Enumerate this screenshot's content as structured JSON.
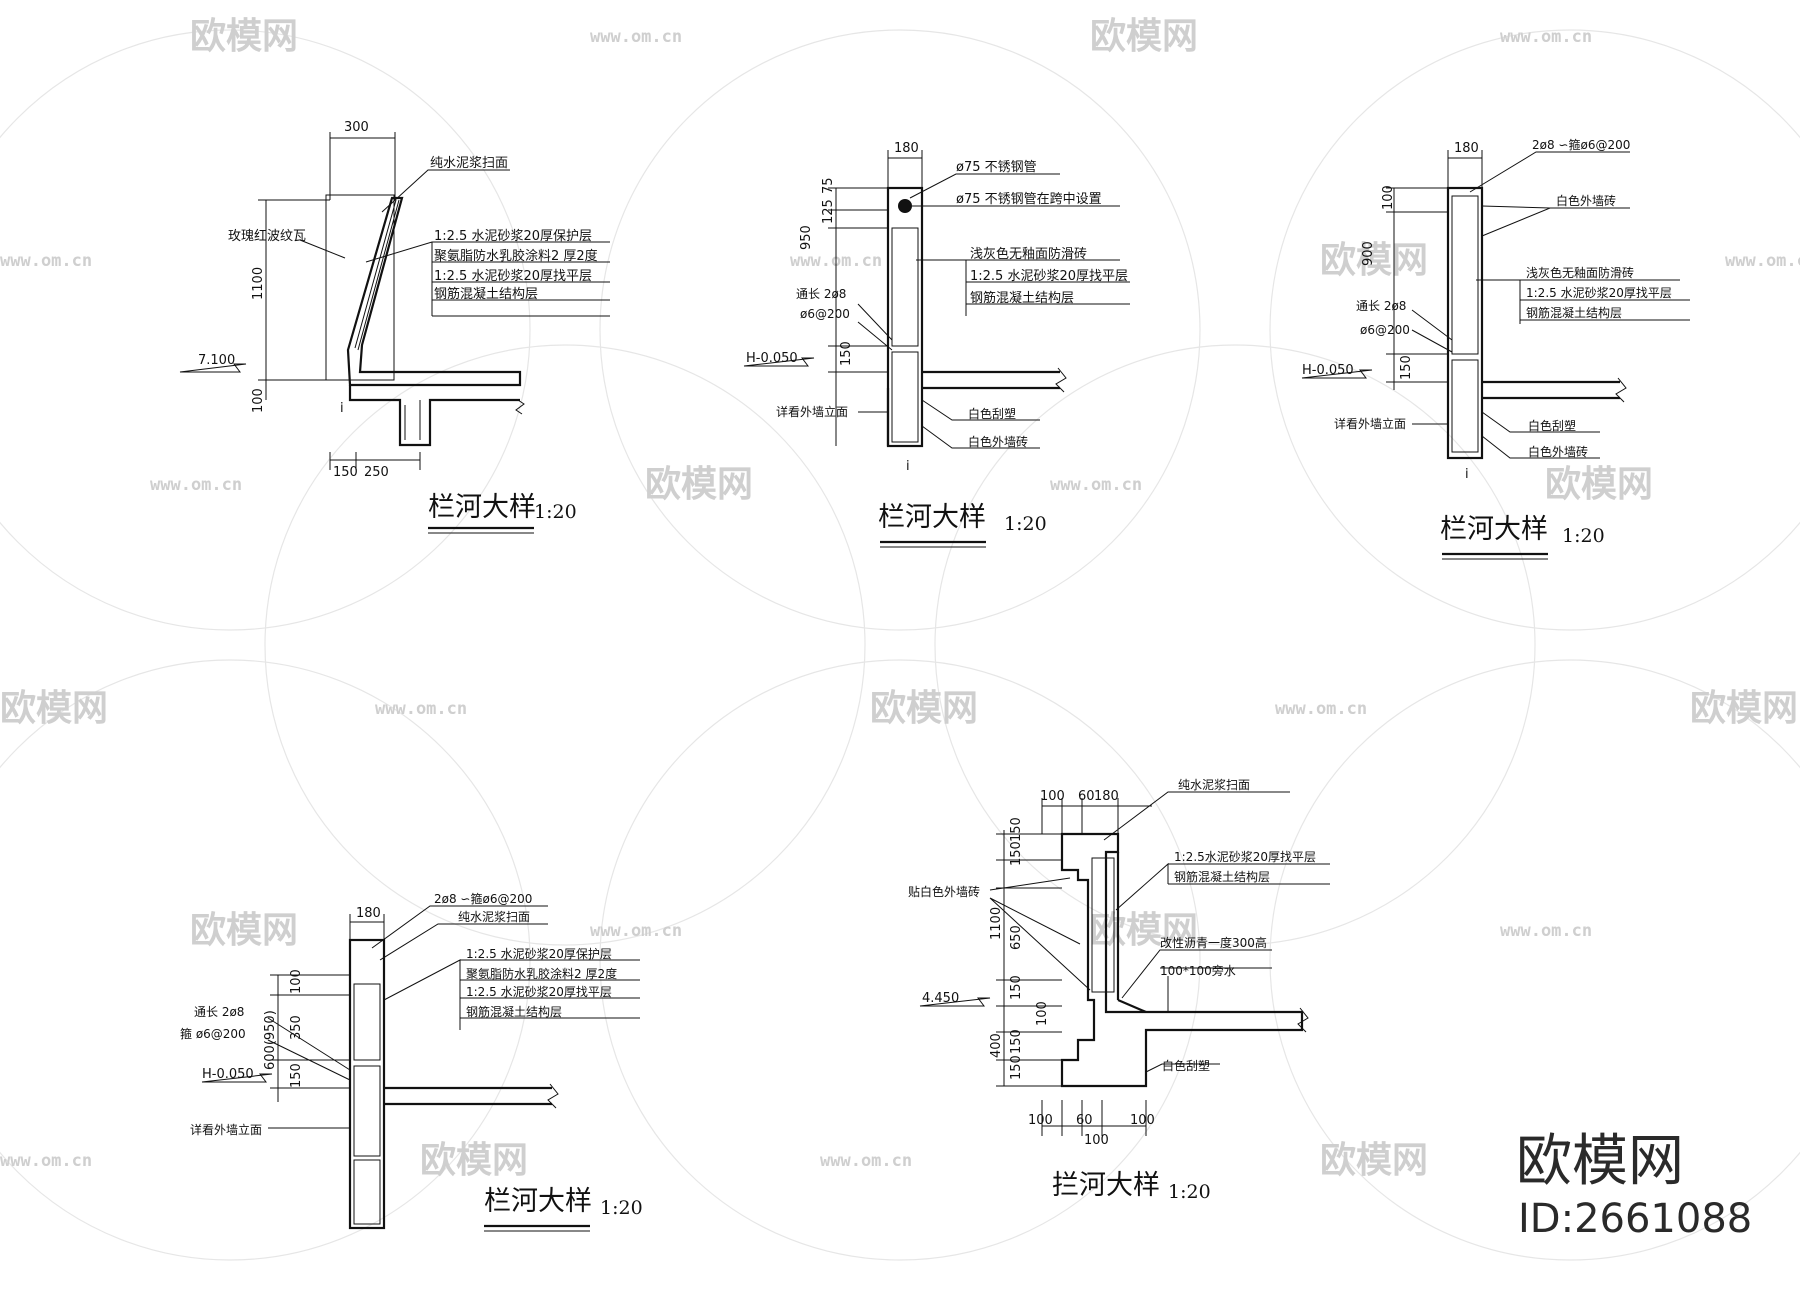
{
  "watermark": {
    "brand": "欧模网",
    "url": "www.om.cn",
    "id": "ID:2661088"
  },
  "details": [
    {
      "title": "栏河大样",
      "scale": "1:20",
      "callouts": [
        "纯水泥浆扫面",
        "1:2.5 水泥砂浆20厚保护层",
        "聚氨脂防水乳胶涂料2 厚2度",
        "1:2.5 水泥砂浆20厚找平层",
        "钢筋混凝土结构层",
        "玫瑰红波纹瓦"
      ],
      "dims": [
        "300",
        "1100",
        "100",
        "150",
        "250"
      ],
      "level": "7.100",
      "mark": "i"
    },
    {
      "title": "栏河大样",
      "scale": "1:20",
      "callouts": [
        "ø75 不锈钢管",
        "ø75 不锈钢管在跨中设置",
        "浅灰色无釉面防滑砖",
        "1:2.5 水泥砂浆20厚找平层",
        "钢筋混凝土结构层",
        "通长 2ø8",
        "ø6@200",
        "详看外墙立面",
        "白色刮塑",
        "白色外墙砖"
      ],
      "dims": [
        "180",
        "75",
        "125",
        "950",
        "150"
      ],
      "level": "H-0.050",
      "mark": "i"
    },
    {
      "title": "栏河大样",
      "scale": "1:20",
      "callouts": [
        "2ø8 ∽箍ø6@200",
        "白色外墙砖",
        "浅灰色无釉面防滑砖",
        "1:2.5 水泥砂浆20厚找平层",
        "钢筋混凝土结构层",
        "通长 2ø8",
        "ø6@200",
        "详看外墙立面",
        "白色刮塑",
        "白色外墙砖"
      ],
      "dims": [
        "180",
        "100",
        "900",
        "150"
      ],
      "level": "H-0.050",
      "mark": "i"
    },
    {
      "title": "栏河大样",
      "scale": "1:20",
      "callouts": [
        "2ø8 ∽箍ø6@200",
        "纯水泥浆扫面",
        "1:2.5 水泥砂浆20厚保护层",
        "聚氨脂防水乳胶涂料2 厚2度",
        "1:2.5 水泥砂浆20厚找平层",
        "钢筋混凝土结构层",
        "通长 2ø8",
        "箍 ø6@200",
        "详看外墙立面"
      ],
      "dims": [
        "180",
        "100",
        "350",
        "600(950)",
        "150"
      ],
      "level": "H-0.050"
    },
    {
      "title": "拦河大样",
      "scale": "1:20",
      "callouts": [
        "纯水泥浆扫面",
        "1:2.5水泥砂浆20厚找平层",
        "钢筋混凝土结构层",
        "贴白色外墙砖",
        "改性沥青一度300高",
        "100*100旁水",
        "白色刮塑"
      ],
      "dims_top": [
        "100",
        "60",
        "180"
      ],
      "dims_left": [
        "150",
        "150",
        "1100",
        "650",
        "150",
        "400",
        "150",
        "150",
        "100"
      ],
      "dims_bottom": [
        "100",
        "60",
        "100",
        "100"
      ],
      "level": "4.450"
    }
  ]
}
